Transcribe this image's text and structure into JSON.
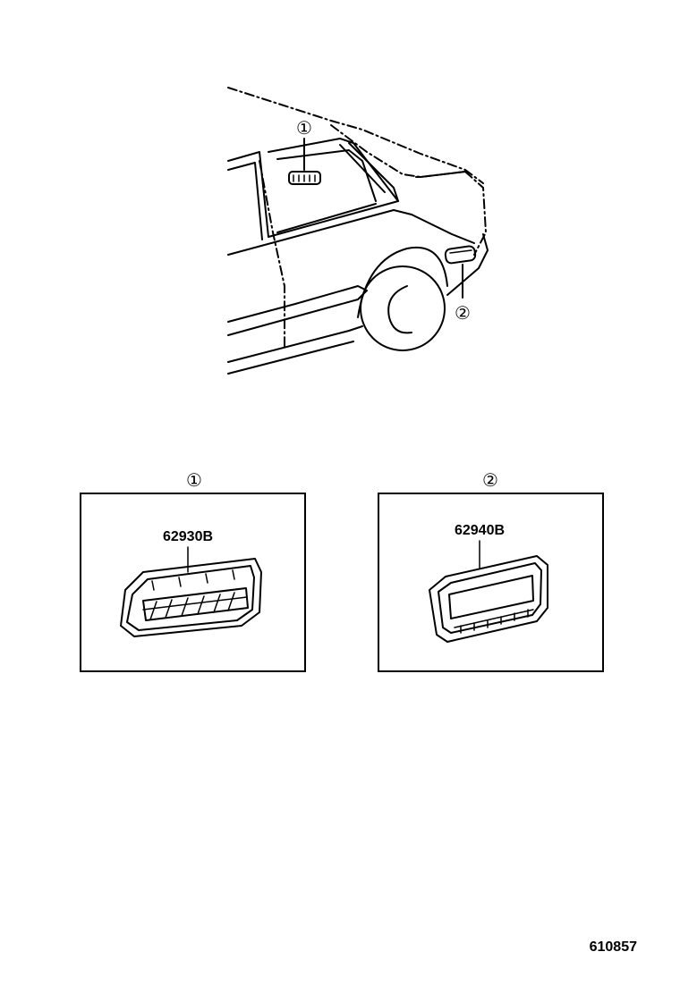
{
  "callouts": {
    "one": "①",
    "two": "②"
  },
  "panels": [
    {
      "callout": "①",
      "part_number": "62930B"
    },
    {
      "callout": "②",
      "part_number": "62940B"
    }
  ],
  "diagram_id": "610857"
}
